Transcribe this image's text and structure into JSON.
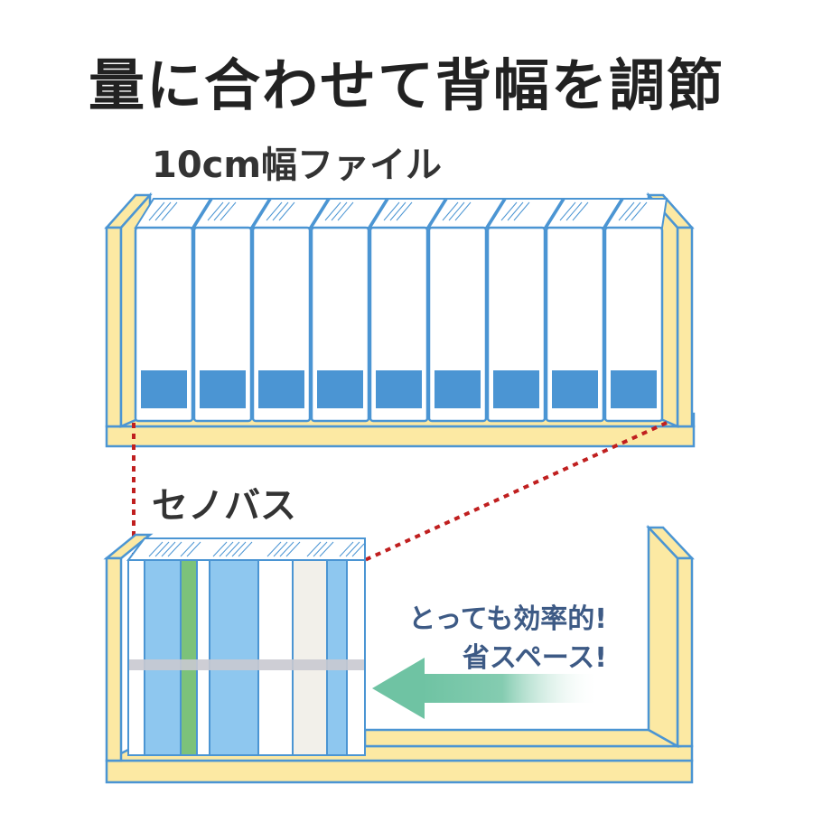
{
  "title": "量に合わせて背幅を調節",
  "labels": {
    "top": "10cm幅ファイル",
    "bottom": "セノバス"
  },
  "callout": {
    "line1": "とっても効率的!",
    "line2": "省スペース!"
  },
  "colors": {
    "shelf": "#fce9a3",
    "outline": "#4b95d3",
    "binder_label": "#4b95d3",
    "light_blue": "#8ec7ef",
    "green": "#7cc27a",
    "gray_band": "#c9c9d0",
    "dotted_line": "#c01f1f",
    "arrow": "#6fc3a3"
  }
}
